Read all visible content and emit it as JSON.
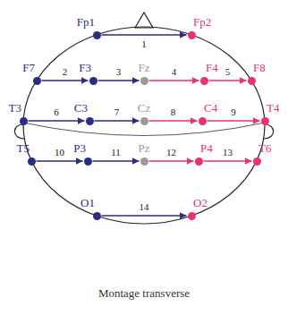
{
  "diagram": {
    "caption": "Montage transverse",
    "nodes": [
      {
        "text": [
          "Fp1"
        ]
      },
      {
        "text": [
          "Fp2"
        ]
      },
      {
        "text": [
          "F7"
        ]
      },
      {
        "text": [
          "F3"
        ]
      },
      {
        "text": [
          "Fz"
        ]
      },
      {
        "text": [
          "F4"
        ]
      },
      {
        "text": [
          "F8"
        ]
      },
      {
        "text": [
          "T3"
        ]
      },
      {
        "text": [
          "C3"
        ]
      },
      {
        "text": [
          "Cz"
        ]
      },
      {
        "text": [
          "C4"
        ]
      },
      {
        "text": [
          "T4"
        ]
      },
      {
        "text": [
          "T5"
        ]
      },
      {
        "text": [
          "P3"
        ]
      },
      {
        "text": [
          "Pz"
        ]
      },
      {
        "text": [
          "P4"
        ]
      },
      {
        "text": [
          "T6"
        ]
      },
      {
        "text": [
          "O1"
        ]
      },
      {
        "text": [
          "O2"
        ]
      }
    ],
    "edges": [
      {
        "from": 0,
        "to": 1,
        "arrow": "to",
        "label": "1"
      },
      {
        "from": 2,
        "to": 3,
        "arrow": "to",
        "label": "2"
      },
      {
        "from": 3,
        "to": 4,
        "arrow": "to",
        "label": "3"
      },
      {
        "from": 4,
        "to": 5,
        "arrow": "to",
        "label": "4"
      },
      {
        "from": 5,
        "to": 6,
        "arrow": "to",
        "label": "5"
      },
      {
        "from": 7,
        "to": 8,
        "arrow": "to",
        "label": "6"
      },
      {
        "from": 8,
        "to": 9,
        "arrow": "to",
        "label": "7"
      },
      {
        "from": 9,
        "to": 10,
        "arrow": "to",
        "label": "8"
      },
      {
        "from": 10,
        "to": 11,
        "arrow": "to",
        "label": "9"
      },
      {
        "from": 12,
        "to": 13,
        "arrow": "to",
        "label": "10"
      },
      {
        "from": 13,
        "to": 14,
        "arrow": "to",
        "label": "11"
      },
      {
        "from": 14,
        "to": 15,
        "arrow": "to",
        "label": "12"
      },
      {
        "from": 15,
        "to": 16,
        "arrow": "to",
        "label": "13"
      },
      {
        "from": 17,
        "to": 18,
        "arrow": "to",
        "label": "14"
      }
    ]
  }
}
